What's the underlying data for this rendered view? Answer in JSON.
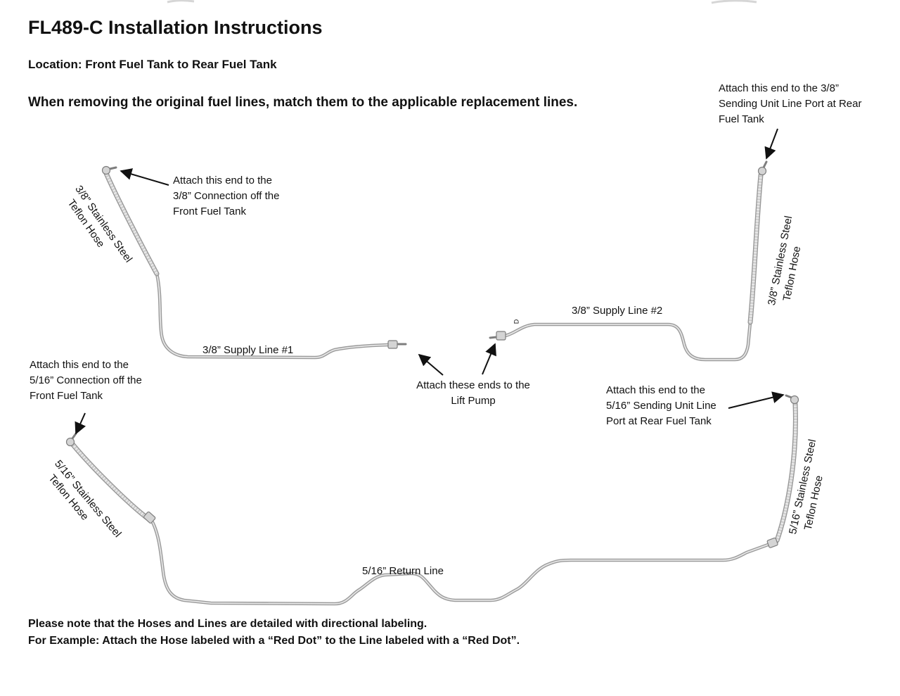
{
  "page": {
    "title": "FL489-C Installation Instructions",
    "location_line": "Location: Front Fuel Tank to Rear Fuel Tank",
    "intro_line": "When removing the original fuel lines, match them to the applicable replacement lines.",
    "note_line1": "Please note that the Hoses and Lines are detailed with directional labeling.",
    "note_line2": "For Example: Attach the Hose labeled with a “Red Dot” to the Line labeled with a “Red Dot”."
  },
  "annotations": {
    "attach_rear_38": [
      "Attach this end to the 3/8”",
      "Sending Unit Line Port at Rear",
      "Fuel Tank"
    ],
    "attach_front_38": [
      "Attach this end to the",
      "3/8” Connection off the",
      "Front Fuel Tank"
    ],
    "attach_front_516": [
      "Attach this end to the",
      "5/16” Connection off the",
      "Front Fuel Tank"
    ],
    "attach_lift_pump": [
      "Attach these ends to the",
      "Lift Pump"
    ],
    "attach_rear_516": [
      "Attach this end to the",
      "5/16” Sending Unit Line",
      "Port at Rear Fuel Tank"
    ]
  },
  "line_labels": {
    "supply1": "3/8” Supply Line #1",
    "supply2": "3/8” Supply Line #2",
    "return": "5/16” Return Line",
    "d_marker": "D"
  },
  "hose_labels": {
    "front_38": [
      "3/8” Stainless Steel",
      "Teflon Hose"
    ],
    "rear_38": [
      "3/8” Stainless Steel",
      "Teflon Hose"
    ],
    "front_516": [
      "5/16” Stainless Steel",
      "Teflon Hose"
    ],
    "rear_516": [
      "5/16” Stainless Steel",
      "Teflon Hose"
    ]
  },
  "colors": {
    "ink": "#111111",
    "line_outer": "#9a9a9a",
    "line_inner": "#e6e6e6",
    "hose_outer": "#989898",
    "hose_inner": "#cfcfcf",
    "hose_braid": "#efefef",
    "fitting_fill": "#d4d4d4",
    "fitting_stroke": "#7e7e7e"
  }
}
